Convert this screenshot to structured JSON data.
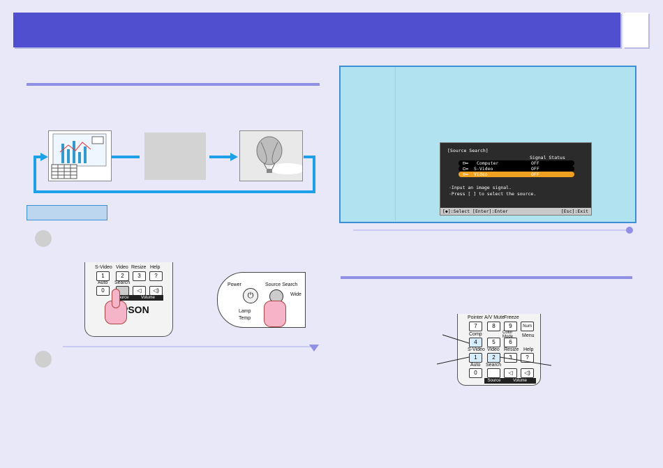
{
  "flow": {
    "screen1_icon": "chart-presentation-icon",
    "screen3_icon": "hot-air-balloon-icon"
  },
  "remote1": {
    "keys": [
      {
        "label": "S-Video",
        "key": "1"
      },
      {
        "label": "Video",
        "key": "2"
      },
      {
        "label": "Resize",
        "key": "3"
      },
      {
        "label": "Help",
        "key": "?"
      },
      {
        "label": "Auto",
        "key": "0"
      },
      {
        "label": "Search",
        "key": ""
      }
    ],
    "bottom_labels": [
      "Source",
      "Volume"
    ],
    "brand_fragment": "PSON"
  },
  "panel": {
    "power_label": "Power",
    "source_search_label": "Source Search",
    "wide_label": "Wide",
    "lamp_label": "Lamp",
    "temp_label": "Temp"
  },
  "osd": {
    "title": "[Source Search]",
    "status_header": "Signal Status",
    "rows": [
      {
        "name": "Computer",
        "status": "OFF"
      },
      {
        "name": "S-Video",
        "status": "OFF"
      },
      {
        "name": "Video",
        "status": "OFF"
      }
    ],
    "msg1": "·Input an image signal.",
    "msg2": "·Press [  ] to select the source.",
    "foot_left": "[◆]:Select [Enter]:Enter",
    "foot_right": "[Esc]:Exit"
  },
  "remote2": {
    "keys": [
      {
        "label": "Pointer",
        "key": "7"
      },
      {
        "label": "A/V Mute",
        "key": "8"
      },
      {
        "label": "Freeze",
        "key": "9"
      },
      {
        "label": "",
        "key": "Num"
      },
      {
        "label": "Comp",
        "key": "4"
      },
      {
        "label": "",
        "key": "5"
      },
      {
        "label": "Color Mode",
        "key": "6"
      },
      {
        "label": "Menu",
        "key": ""
      },
      {
        "label": "S-Video",
        "key": "1"
      },
      {
        "label": "Video",
        "key": "2"
      },
      {
        "label": "Resize",
        "key": "3"
      },
      {
        "label": "Help",
        "key": "?"
      },
      {
        "label": "Auto",
        "key": "0"
      },
      {
        "label": "Search",
        "key": ""
      }
    ],
    "bottom_labels": [
      "Source",
      "Volume"
    ]
  },
  "colors": {
    "header": "#4f4fcf",
    "accent": "#3c8fd4",
    "info_box": "#b0e2f0"
  }
}
